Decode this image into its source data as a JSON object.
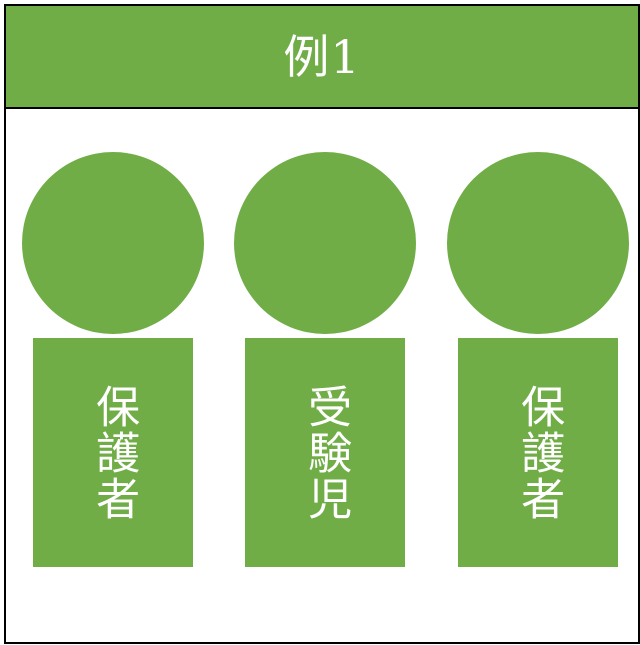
{
  "header": {
    "title": "例1"
  },
  "people": [
    {
      "label": "保護者"
    },
    {
      "label": "受験児"
    },
    {
      "label": "保護者"
    }
  ],
  "colors": {
    "accent": "#70ad47",
    "border": "#000000",
    "text_on_accent": "#ffffff"
  }
}
